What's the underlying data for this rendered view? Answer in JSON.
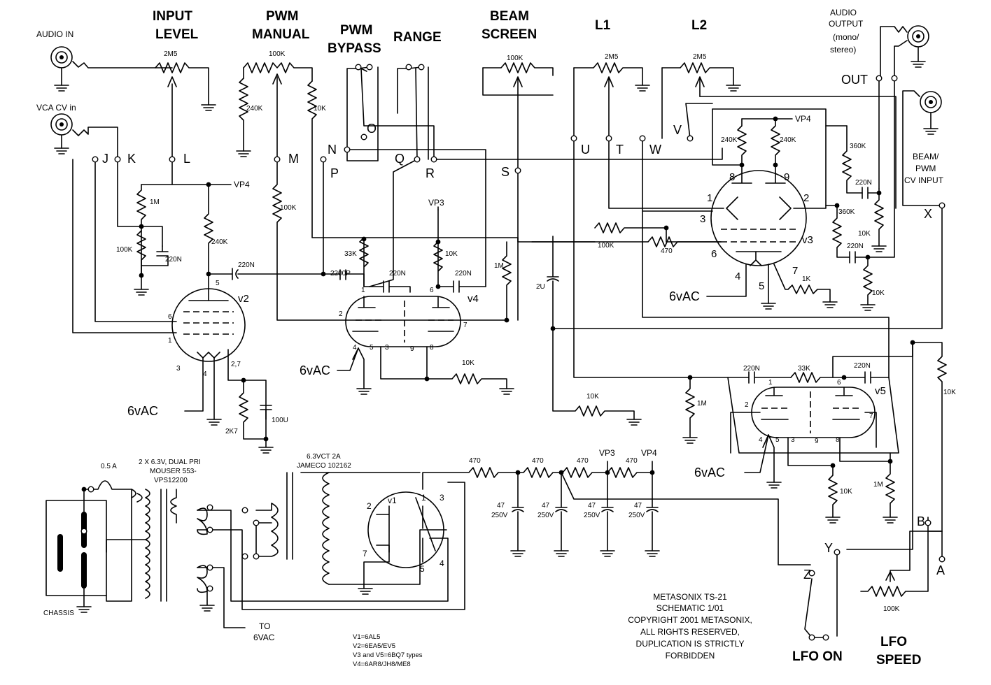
{
  "panel": {
    "audio_in": "AUDIO IN",
    "vca_cv_in": "VCA CV in",
    "input_level_1": "INPUT",
    "input_level_2": "LEVEL",
    "pwm_manual_1": "PWM",
    "pwm_manual_2": "MANUAL",
    "pwm_bypass_1": "PWM",
    "pwm_bypass_2": "BYPASS",
    "range": "RANGE",
    "beam_screen_1": "BEAM",
    "beam_screen_2": "SCREEN",
    "l1": "L1",
    "l2": "L2",
    "audio_output_1": "AUDIO",
    "audio_output_2": "OUTPUT",
    "audio_output_3": "(mono/",
    "audio_output_4": "stereo)",
    "out": "OUT",
    "beam_pwm_cv_1": "BEAM/",
    "beam_pwm_cv_2": "PWM",
    "beam_pwm_cv_3": "CV INPUT",
    "lfo_on": "LFO ON",
    "lfo_speed_1": "LFO",
    "lfo_speed_2": "SPEED"
  },
  "nodes": {
    "J": "J",
    "K": "K",
    "L": "L",
    "M": "M",
    "N": "N",
    "O": "O",
    "P": "P",
    "Q": "Q",
    "R": "R",
    "S": "S",
    "U": "U",
    "T": "T",
    "W": "W",
    "V": "V",
    "X": "X",
    "Y": "Y",
    "Z": "Z",
    "A": "A",
    "B": "B"
  },
  "components": {
    "pot_input": "2M5",
    "pot_pwm": "100K",
    "pot_beam": "100K",
    "pot_l1": "2M5",
    "pot_l2": "2M5",
    "pot_lfo": "100K",
    "r_240k_a": "240K",
    "r_10k_a": "10K",
    "r_100k_m": "100K",
    "r_1m_a": "1M",
    "r_100k_a": "100K",
    "c_220n_a": "220N",
    "r_240k_v2": "240K",
    "c_220n_v2": "220N",
    "c_2200p": "2200P",
    "r_33k_a": "33K",
    "c_220n_b": "220N",
    "r_10k_b": "10K",
    "c_220n_c": "220N",
    "r_1m_b": "1M",
    "r_10k_c": "10K",
    "r_2k7": "2K7",
    "c_100u": "100U",
    "c_2u": "2U",
    "r_10k_d": "10K",
    "r_100k_b": "100K",
    "r_470_a": "470",
    "r_1k": "1K",
    "r_240k_b": "240K",
    "r_240k_c": "240K",
    "r_360k_a": "360K",
    "c_220n_d": "220N",
    "r_10k_e": "10K",
    "r_360k_b": "360K",
    "c_220n_e": "220N",
    "r_10k_f": "10K",
    "c_220n_f": "220N",
    "r_33k_b": "33K",
    "c_220n_g": "220N",
    "r_1m_c": "1M",
    "r_10k_g": "10K",
    "r_1m_d": "1M",
    "r_10k_h": "10K",
    "r_470_1": "470",
    "r_470_2": "470",
    "r_470_3": "470",
    "r_470_4": "470",
    "cap_47_v": "47",
    "cap_250v": "250V"
  },
  "rails": {
    "vp3": "VP3",
    "vp4": "VP4",
    "heater": "6vAC",
    "to_6vac_1": "TO",
    "to_6vac_2": "6VAC"
  },
  "tubes": {
    "v1": "v1",
    "v2": "v2",
    "v3": "v3",
    "v4": "v4",
    "v5": "v5",
    "pins_v2": [
      "5",
      "6",
      "1",
      "3",
      "4",
      "2,7"
    ],
    "pins_v4": [
      "1",
      "6",
      "2",
      "7",
      "4",
      "5",
      "3",
      "9",
      "8"
    ],
    "pins_v3": [
      "8",
      "9",
      "1",
      "2",
      "3",
      "6",
      "4",
      "5",
      "7"
    ],
    "pins_v5": [
      "1",
      "6",
      "2",
      "7",
      "4",
      "5",
      "3",
      "9",
      "8"
    ],
    "pins_v1": [
      "2",
      "1",
      "3",
      "7",
      "5",
      "4"
    ]
  },
  "power": {
    "fuse": "0.5 A",
    "xfmr1_1": "2 X 6.3V, DUAL PRI",
    "xfmr1_2": "MOUSER 553-",
    "xfmr1_3": "VPS12200",
    "xfmr2_1": "6.3VCT 2A",
    "xfmr2_2": "JAMECO 102162",
    "chassis": "CHASSIS"
  },
  "title_block": [
    "METASONIX TS-21",
    "SCHEMATIC 1/01",
    "COPYRIGHT 2001 METASONIX,",
    "ALL RIGHTS RESERVED,",
    "DUPLICATION IS STRICTLY",
    "FORBIDDEN"
  ],
  "tube_types": [
    "V1=6AL5",
    "V2=6EA5/EV5",
    "V3 and V5=6BQ7 types",
    "V4=6AR8/JH8/ME8"
  ]
}
